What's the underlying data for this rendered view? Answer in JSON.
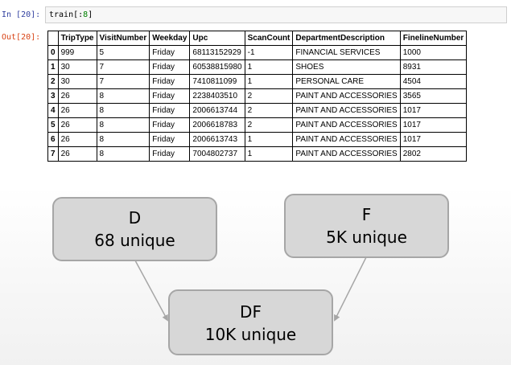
{
  "input_prompt": "In [20]:",
  "output_prompt": "Out[20]:",
  "code": {
    "prefix": "train[:",
    "number": "8",
    "suffix": "]"
  },
  "table": {
    "columns": [
      "TripType",
      "VisitNumber",
      "Weekday",
      "Upc",
      "ScanCount",
      "DepartmentDescription",
      "FinelineNumber"
    ],
    "rows": [
      {
        "index": "0",
        "cells": [
          "999",
          "5",
          "Friday",
          "68113152929",
          "-1",
          "FINANCIAL SERVICES",
          "1000"
        ]
      },
      {
        "index": "1",
        "cells": [
          "30",
          "7",
          "Friday",
          "60538815980",
          "1",
          "SHOES",
          "8931"
        ]
      },
      {
        "index": "2",
        "cells": [
          "30",
          "7",
          "Friday",
          "7410811099",
          "1",
          "PERSONAL CARE",
          "4504"
        ]
      },
      {
        "index": "3",
        "cells": [
          "26",
          "8",
          "Friday",
          "2238403510",
          "2",
          "PAINT AND ACCESSORIES",
          "3565"
        ]
      },
      {
        "index": "4",
        "cells": [
          "26",
          "8",
          "Friday",
          "2006613744",
          "2",
          "PAINT AND ACCESSORIES",
          "1017"
        ]
      },
      {
        "index": "5",
        "cells": [
          "26",
          "8",
          "Friday",
          "2006618783",
          "2",
          "PAINT AND ACCESSORIES",
          "1017"
        ]
      },
      {
        "index": "6",
        "cells": [
          "26",
          "8",
          "Friday",
          "2006613743",
          "1",
          "PAINT AND ACCESSORIES",
          "1017"
        ]
      },
      {
        "index": "7",
        "cells": [
          "26",
          "8",
          "Friday",
          "7004802737",
          "1",
          "PAINT AND ACCESSORIES",
          "2802"
        ]
      }
    ]
  },
  "diagram": {
    "d": {
      "name": "D",
      "count": "68 unique"
    },
    "f": {
      "name": "F",
      "count": "5K unique"
    },
    "df": {
      "name": "DF",
      "count": "10K unique"
    }
  },
  "colors": {
    "box_fill": "#d7d7d7",
    "box_border": "#a6a6a6",
    "arrow": "#a6a6a6",
    "input_prompt": "#303f9f",
    "output_prompt": "#d84315"
  }
}
